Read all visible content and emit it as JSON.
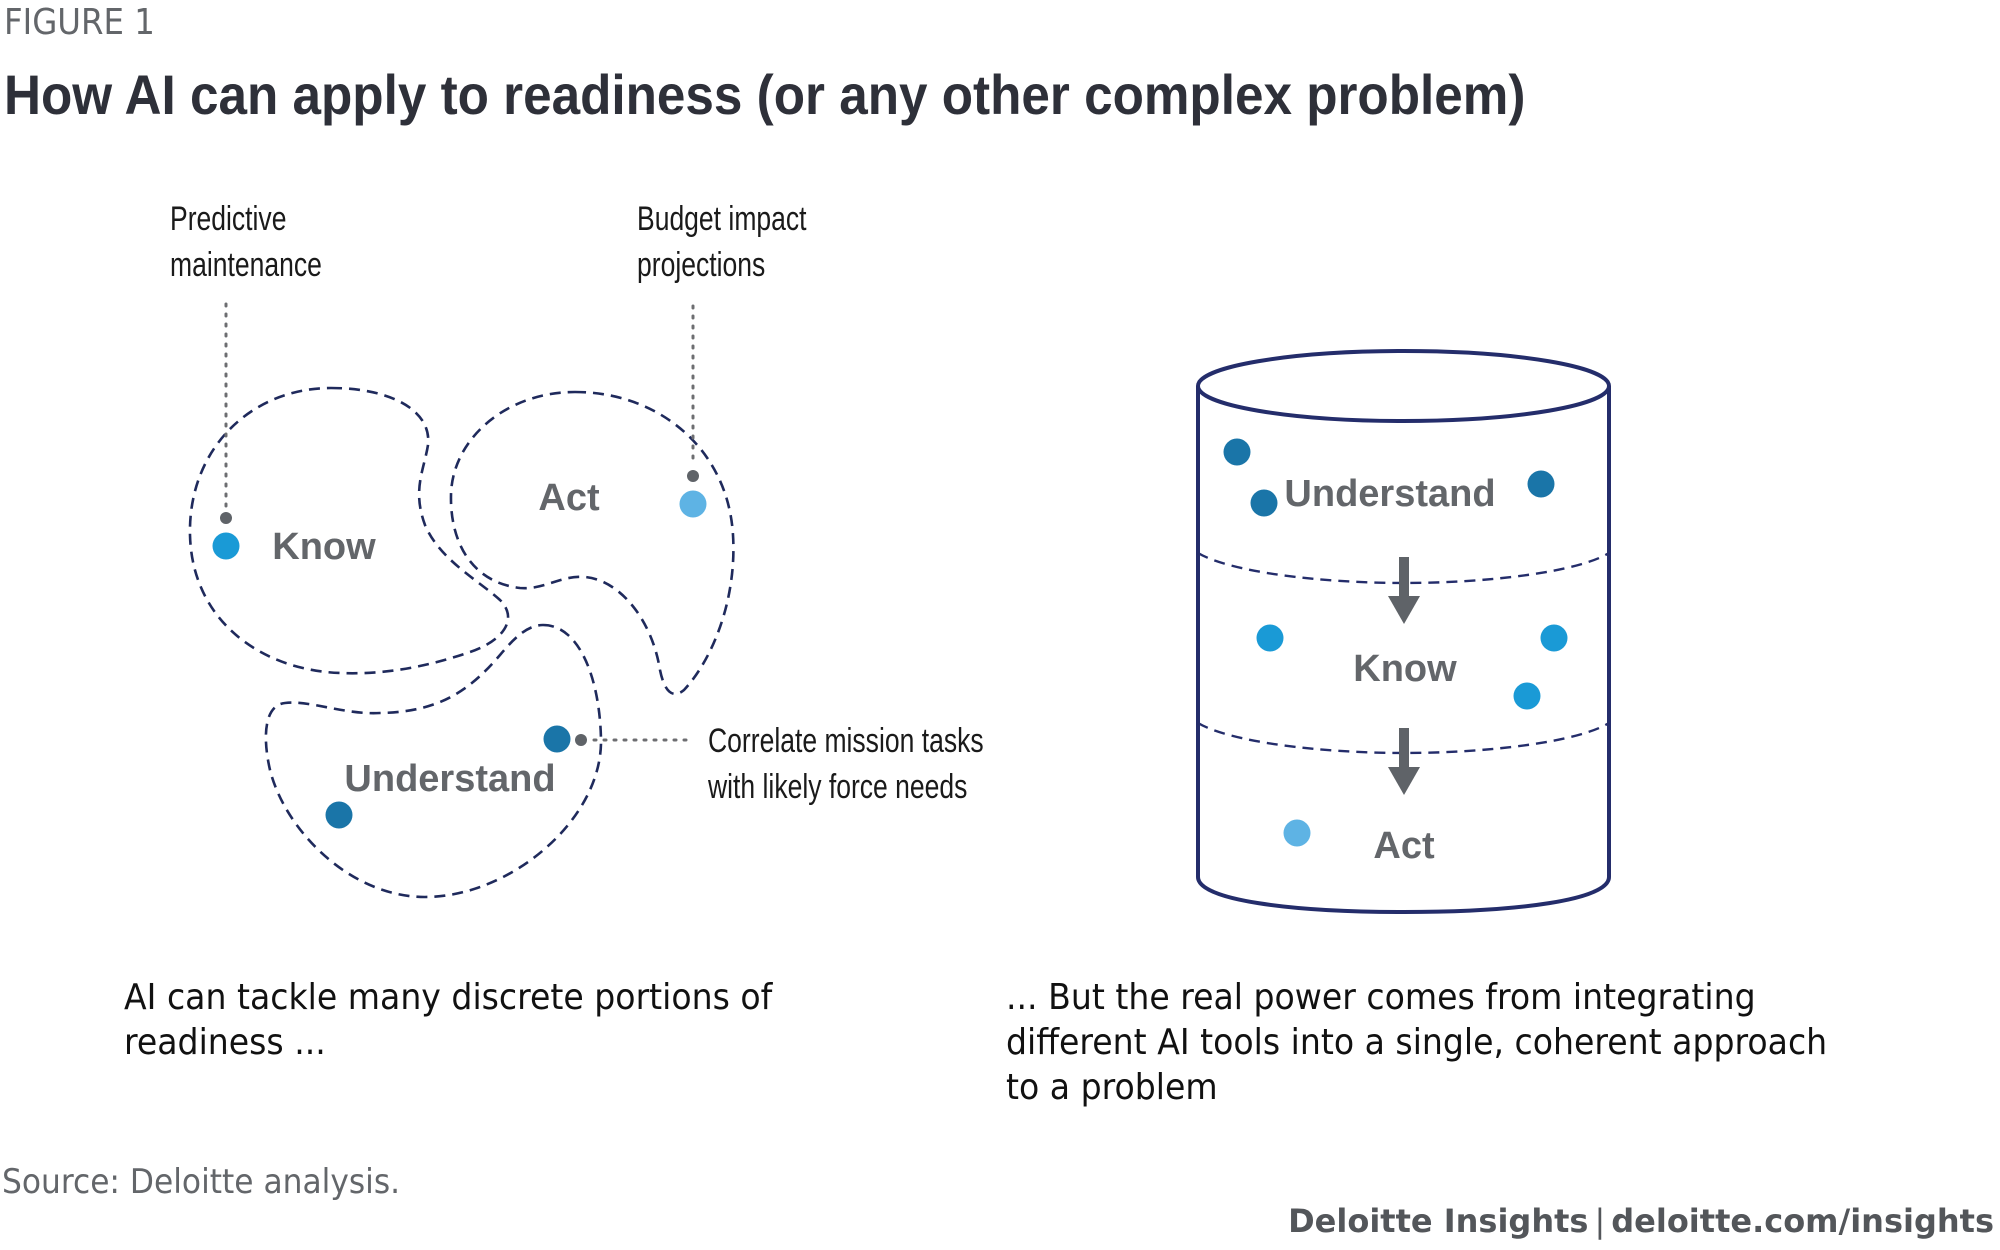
{
  "header": {
    "figure_label": "FIGURE 1",
    "title": "How AI can apply to readiness (or any other complex problem)"
  },
  "colors": {
    "dark_blue": "#1a75a8",
    "medium_blue": "#1a9ad6",
    "light_blue": "#5eb3e4",
    "outline_navy": "#242d6b",
    "connector_grey": "#5f6368",
    "label_grey": "#63666a"
  },
  "left_diagram": {
    "regions": [
      {
        "id": "know",
        "label": "Know",
        "dot_color": "medium_blue"
      },
      {
        "id": "act",
        "label": "Act",
        "dot_color": "light_blue"
      },
      {
        "id": "understand",
        "label": "Understand",
        "dot_color": "dark_blue"
      }
    ],
    "callouts": [
      {
        "id": "predictive",
        "region": "know",
        "lines": [
          "Predictive",
          "maintenance"
        ]
      },
      {
        "id": "budget",
        "region": "act",
        "lines": [
          "Budget impact",
          "projections"
        ]
      },
      {
        "id": "correlate",
        "region": "understand",
        "lines": [
          "Correlate mission tasks",
          "with likely force needs"
        ]
      }
    ],
    "caption": [
      "AI can tackle many discrete portions of",
      "readiness ..."
    ]
  },
  "right_diagram": {
    "layers": [
      {
        "id": "understand",
        "label": "Understand",
        "dot_color": "dark_blue",
        "dot_count": 3
      },
      {
        "id": "know",
        "label": "Know",
        "dot_color": "medium_blue",
        "dot_count": 3
      },
      {
        "id": "act",
        "label": "Act",
        "dot_color": "light_blue",
        "dot_count": 1
      }
    ],
    "flow": [
      "Understand",
      "Know",
      "Act"
    ],
    "caption": [
      "... But the real power comes from integrating",
      "different AI tools into a single, coherent approach",
      "to a problem"
    ]
  },
  "footer": {
    "source": "Source: Deloitte analysis.",
    "brand": "Deloitte Insights",
    "separator": "|",
    "url": "deloitte.com/insights"
  }
}
